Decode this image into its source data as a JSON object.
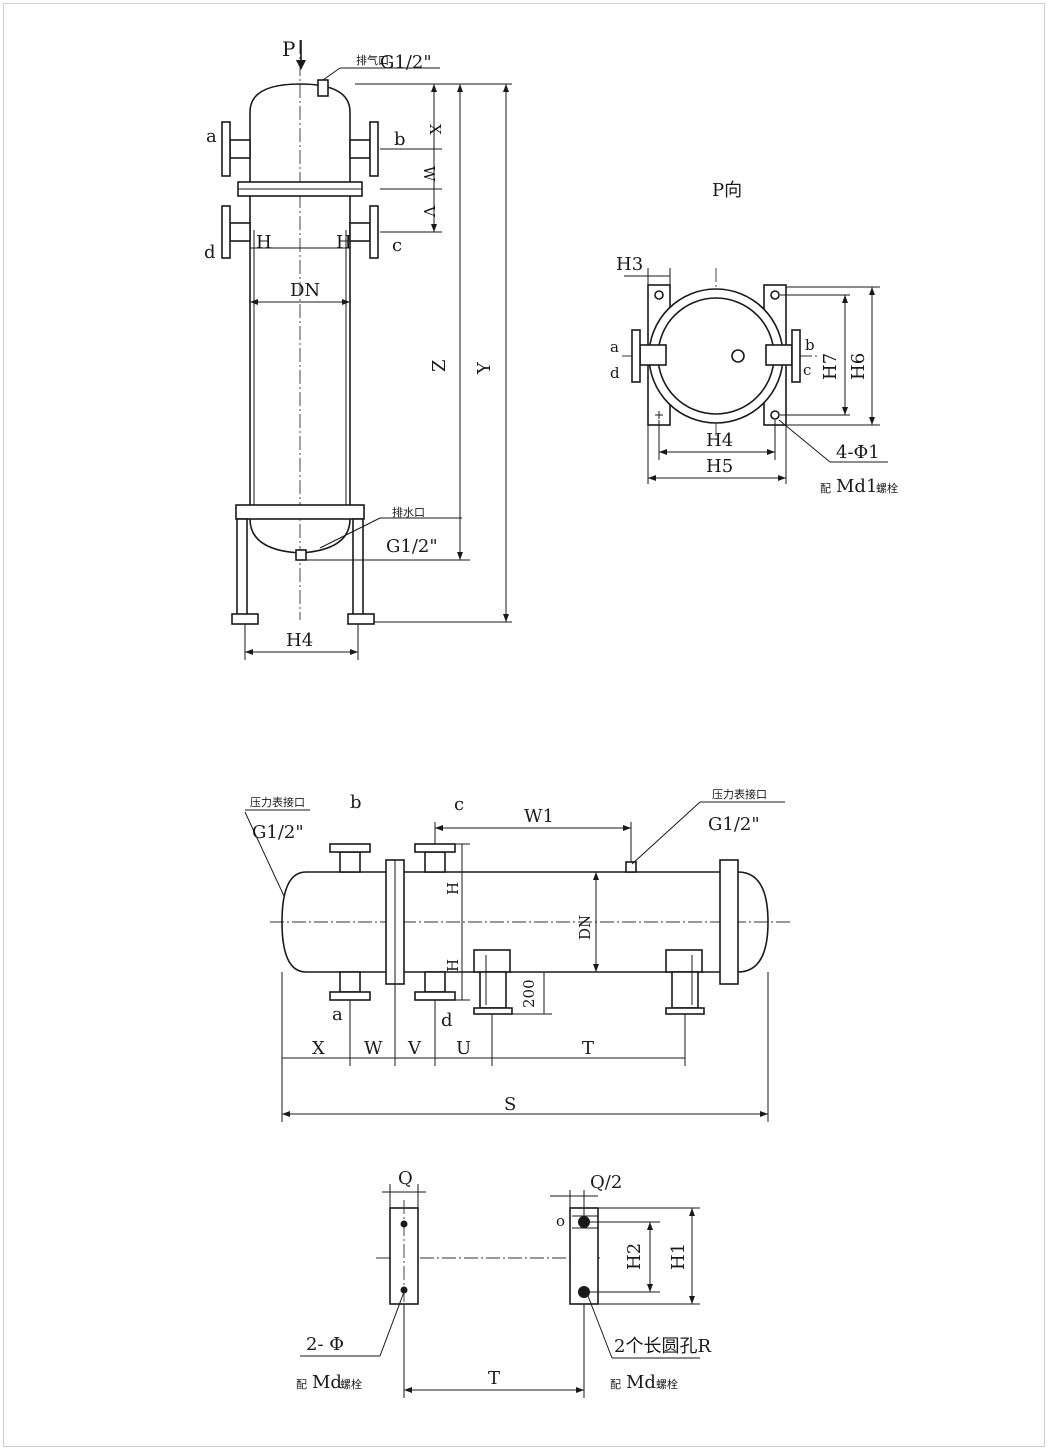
{
  "vertical_view": {
    "pressure_label": "P",
    "vent_port": "G1/2\"",
    "vent_note": "排气口",
    "port_a": "a",
    "port_b": "b",
    "port_c": "c",
    "port_d": "d",
    "dim_h": "H",
    "dim_dn": "DN",
    "dim_x": "X",
    "dim_w": "W",
    "dim_v": "V",
    "dim_z": "Z",
    "dim_y": "Y",
    "drain_note": "排水口",
    "drain_port": "G1/2\"",
    "dim_h4": "H4"
  },
  "p_view": {
    "title": "P向",
    "dim_h3": "H3",
    "dim_h4": "H4",
    "dim_h5": "H5",
    "dim_h6": "H6",
    "dim_h7": "H7",
    "port_a": "a",
    "port_b": "b",
    "port_c": "c",
    "port_d": "d",
    "hole_spec": "4-Φ1",
    "bolt_spec": "配Md1螺栓",
    "bolt_prefix": "配",
    "bolt_size": "Md1",
    "bolt_suffix": "螺栓"
  },
  "horizontal_view": {
    "gauge_note_left": "压力表接口",
    "gauge_port_left": "G1/2\"",
    "gauge_note_right": "压力表接口",
    "gauge_port_right": "G1/2\"",
    "port_a": "a",
    "port_b": "b",
    "port_c": "c",
    "port_d": "d",
    "dim_w1": "W1",
    "dim_h_top": "H",
    "dim_h_bottom": "H",
    "dim_dn": "DN",
    "dim_200": "200",
    "dim_x": "X",
    "dim_w": "W",
    "dim_v": "V",
    "dim_u": "U",
    "dim_t": "T",
    "dim_s": "S"
  },
  "support_view": {
    "dim_q": "Q",
    "dim_q2": "Q/2",
    "dim_o": "o",
    "dim_h1": "H1",
    "dim_h2": "H2",
    "hole_left": "2- Φ",
    "slot_right": "2个长圆孔R",
    "bolt_prefix": "配",
    "bolt_size": "Md",
    "bolt_suffix": "螺栓",
    "dim_t": "T"
  }
}
